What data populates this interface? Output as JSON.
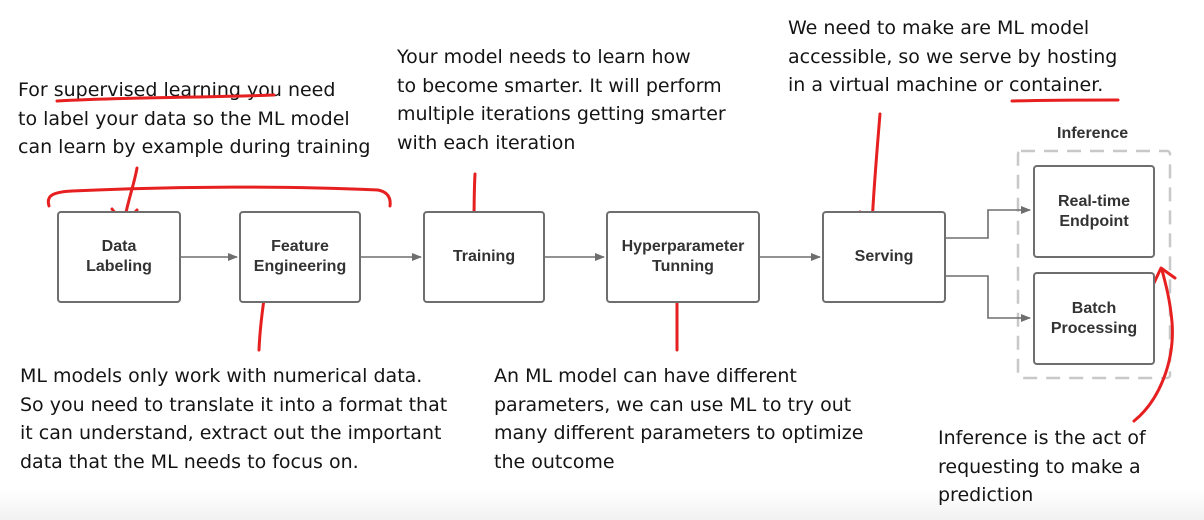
{
  "annotations": {
    "labeling": [
      "For supervised learning you need",
      "to label your data so the ML model",
      "can learn by example during training"
    ],
    "training": [
      "Your model needs to learn how",
      "to become smarter. It will perform",
      "multiple iterations getting smarter",
      "with each iteration"
    ],
    "serving": [
      "We need to make are ML model",
      "accessible, so we serve by hosting",
      "in a virtual machine or container."
    ],
    "features": [
      "ML models only work with numerical data.",
      "So you need to translate it into a format that",
      "it can understand, extract out the important",
      "data that the ML needs to focus on."
    ],
    "hyperparameters": [
      "An ML model can have different",
      "parameters, we can use ML to try out",
      "many different parameters to optimize",
      "the outcome"
    ],
    "inference": [
      "Inference is the act of",
      "requesting to make a",
      "prediction"
    ]
  },
  "pipeline": {
    "data_labeling": "Data\nLabeling",
    "feature_engineering": "Feature\nEngineering",
    "training": "Training",
    "hyperparameter_tunning": "Hyperparameter\nTunning",
    "serving": "Serving"
  },
  "inference_group": {
    "label": "Inference",
    "realtime_endpoint": "Real-time\nEndpoint",
    "batch_processing": "Batch\nProcessing"
  },
  "colors": {
    "box_border": "#6e6e6e",
    "arrow": "#6e6e6e",
    "ink": "#e62020",
    "group_border": "#c8c8c8"
  }
}
